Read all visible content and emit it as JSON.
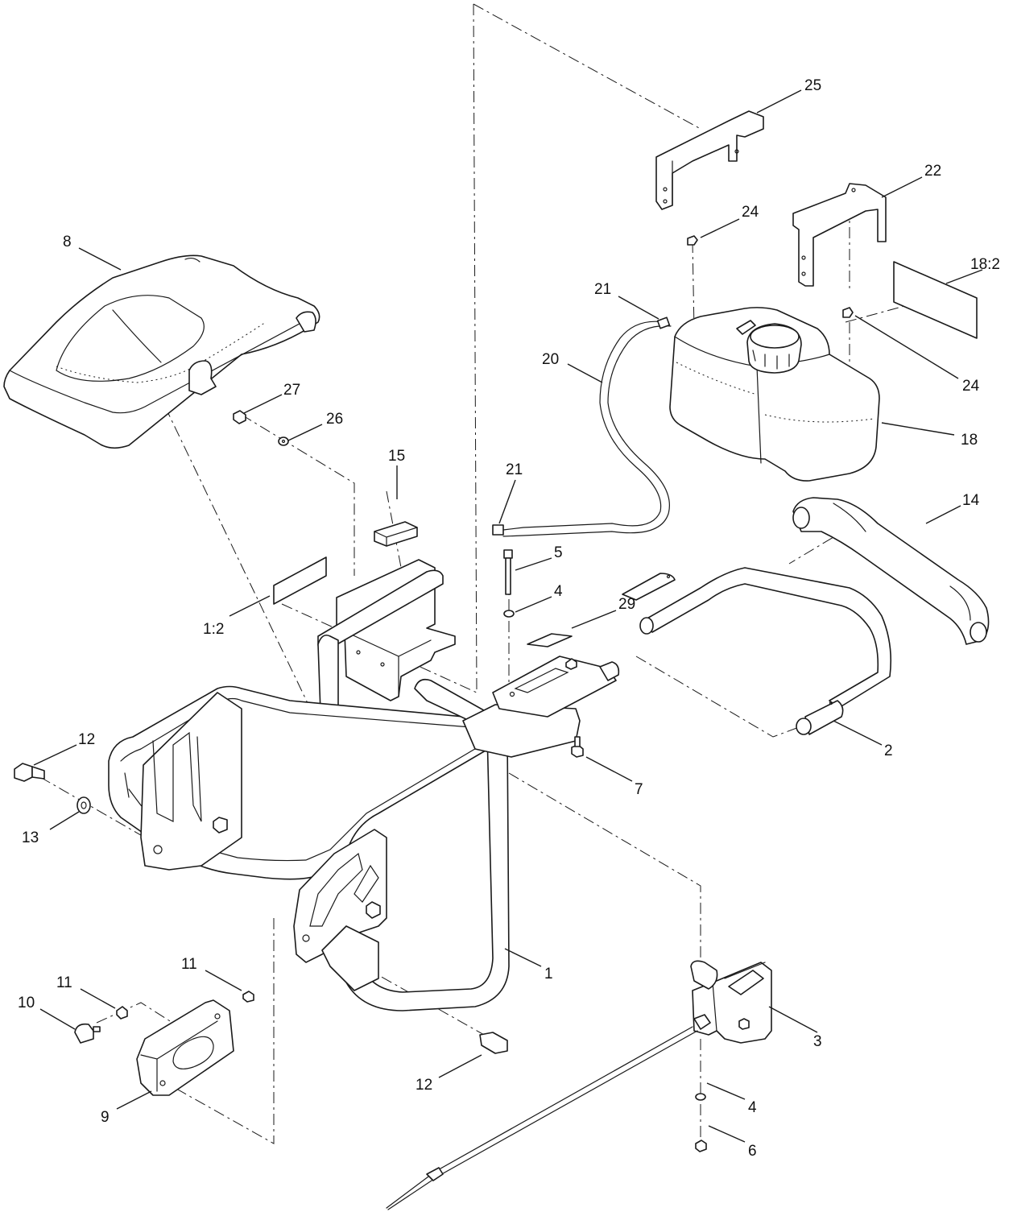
{
  "callouts": [
    "25",
    "22",
    "24",
    "18:2",
    "21",
    "24",
    "8",
    "20",
    "18",
    "27",
    "26",
    "15",
    "21",
    "14",
    "5",
    "4",
    "29",
    "1:2",
    "2",
    "12",
    "7",
    "13",
    "1",
    "11",
    "11",
    "10",
    "3",
    "12",
    "4",
    "9",
    "6"
  ]
}
